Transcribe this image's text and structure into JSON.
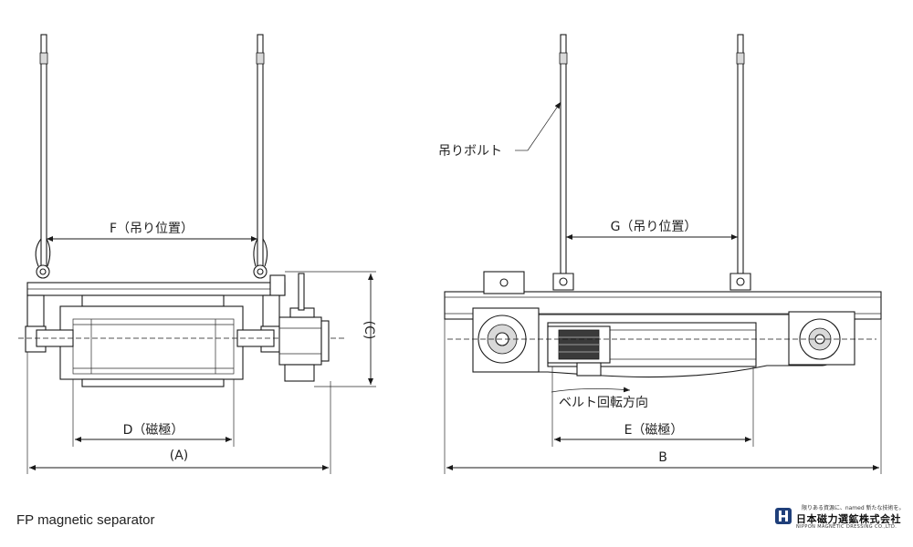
{
  "drawing": {
    "left_view": {
      "dim_F": "F（吊り位置）",
      "dim_C": "(C)",
      "dim_D": "D（磁極）",
      "dim_A": "(A)"
    },
    "right_view": {
      "label_bolt": "吊りボルト",
      "dim_G": "G（吊り位置）",
      "label_belt": "ベルト回転方向",
      "dim_E": "E（磁極）",
      "dim_B": "B"
    }
  },
  "caption": "FP magnetic separator",
  "logo": {
    "tagline": "限りある資源に、named 新たな技術を。",
    "company_jp": "日本磁力選鉱株式会社",
    "company_en": "NIPPON MAGNETIC DRESSING CO.,LTD."
  }
}
